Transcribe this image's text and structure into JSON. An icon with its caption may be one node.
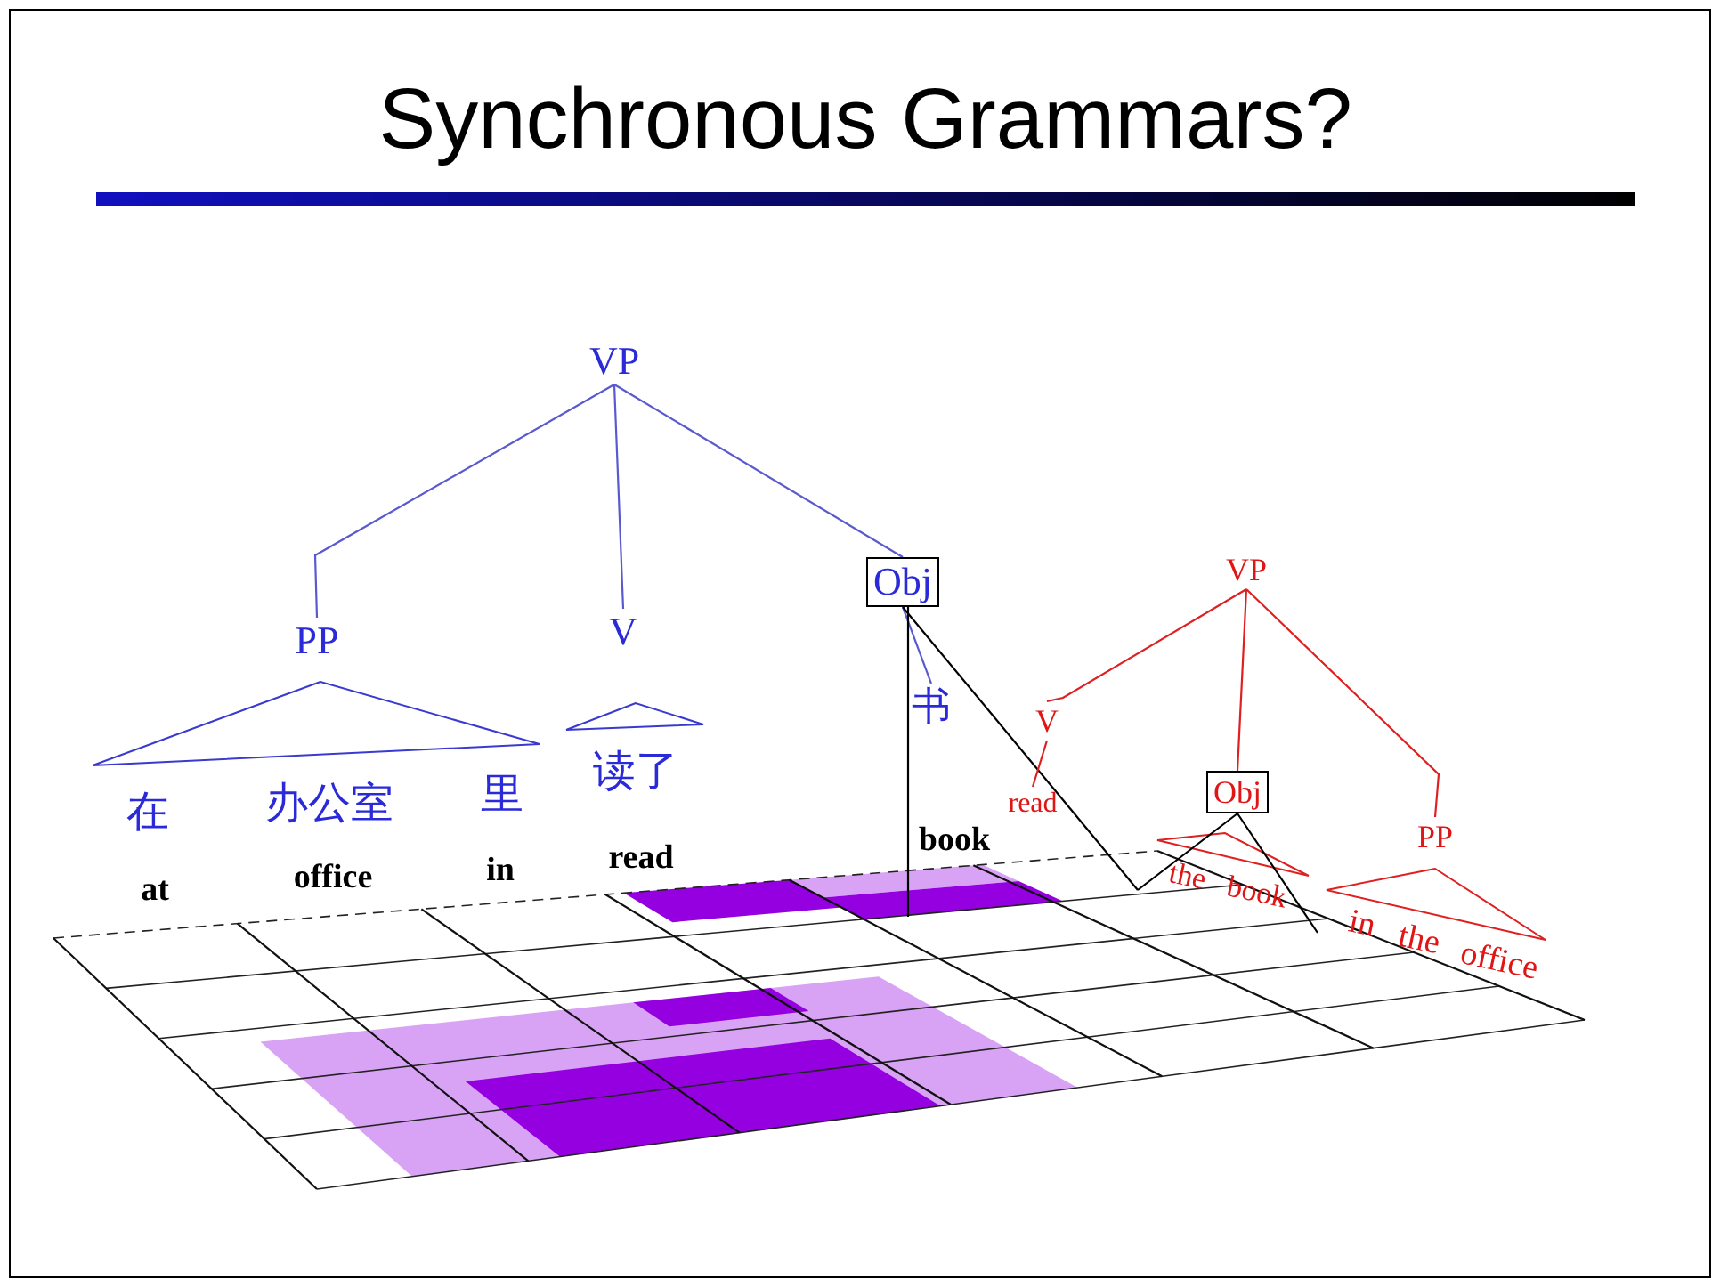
{
  "diagram": {
    "title": "Synchronous Grammars?",
    "nodes": [
      {
        "text": [
          "VP"
        ]
      },
      {
        "text": [
          "PP"
        ]
      },
      {
        "text": [
          "V"
        ]
      },
      {
        "text": [
          "Obj"
        ]
      },
      {
        "text": [
          "书"
        ]
      },
      {
        "text": [
          "VP"
        ]
      },
      {
        "text": [
          "V"
        ]
      },
      {
        "text": [
          "read"
        ]
      },
      {
        "text": [
          "Obj"
        ]
      },
      {
        "text": [
          "PP"
        ]
      },
      {
        "text": [],
        "shape": "triangle"
      },
      {
        "text": [],
        "shape": "triangle"
      },
      {
        "text": [],
        "shape": "triangle"
      },
      {
        "text": [],
        "shape": "triangle"
      }
    ],
    "edges": [
      {
        "from": 0,
        "to": 1,
        "arrow": "none"
      },
      {
        "from": 0,
        "to": 2,
        "arrow": "none"
      },
      {
        "from": 0,
        "to": 3,
        "arrow": "none"
      },
      {
        "from": 3,
        "to": 4,
        "arrow": "none"
      },
      {
        "from": 3,
        "to": null,
        "arrow": "none",
        "color": "#000000"
      },
      {
        "from": 3,
        "to": null,
        "arrow": "none",
        "color": "#000000"
      },
      {
        "from": 5,
        "to": 6,
        "arrow": "none",
        "color": "#e02020"
      },
      {
        "from": 5,
        "to": 8,
        "arrow": "none",
        "color": "#e02020"
      },
      {
        "from": 5,
        "to": 9,
        "arrow": "none",
        "color": "#e02020"
      },
      {
        "from": 6,
        "to": 7,
        "arrow": "none",
        "color": "#e02020"
      },
      {
        "from": 8,
        "to": null,
        "arrow": "none",
        "color": "#000000"
      },
      {
        "from": 8,
        "to": null,
        "arrow": "none",
        "color": "#000000"
      }
    ],
    "labels": [
      "在",
      "办公室",
      "里",
      "读了",
      "at",
      "office",
      "in",
      "read",
      "book",
      "the",
      "book",
      "in",
      "the",
      "office"
    ]
  }
}
